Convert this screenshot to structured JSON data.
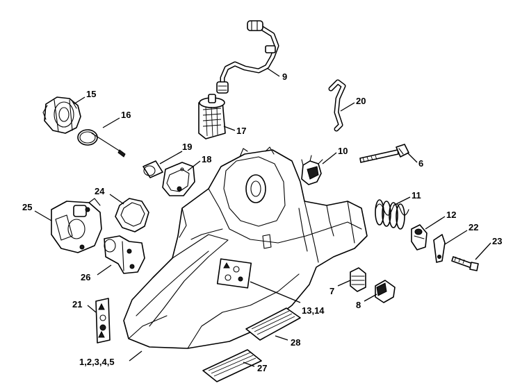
{
  "labels": {
    "p15": "15",
    "p16": "16",
    "p9": "9",
    "p20": "20",
    "p17": "17",
    "p19": "19",
    "p18": "18",
    "p10": "10",
    "p6": "6",
    "p24": "24",
    "p25": "25",
    "p11": "11",
    "p12": "12",
    "p22": "22",
    "p23": "23",
    "p26": "26",
    "p7": "7",
    "p8": "8",
    "p21": "21",
    "p13_14": "13,14",
    "p28": "28",
    "p1_5": "1,2,3,4,5",
    "p27": "27"
  }
}
